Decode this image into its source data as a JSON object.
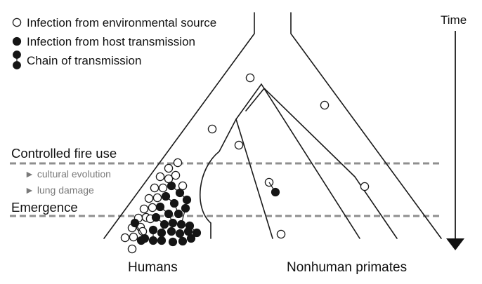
{
  "legend": {
    "environmental": "Infection from environmental source",
    "host": "Infection from host transmission",
    "chain": "Chain of transmission"
  },
  "time_axis": {
    "label": "Time"
  },
  "events": {
    "fire": "Controlled fire use",
    "emergence": "Emergence"
  },
  "notes": [
    {
      "marker": "►",
      "text": "cultural evolution"
    },
    {
      "marker": "►",
      "text": "lung damage"
    }
  ],
  "groups": {
    "humans": "Humans",
    "nonhuman": "Nonhuman primates"
  },
  "colors": {
    "line": "#1a1a1a",
    "dashed_line": "#8f8f8f",
    "note_text": "#7a7a7a",
    "filled_dot": "#151515",
    "open_dot": "#ffffff"
  }
}
